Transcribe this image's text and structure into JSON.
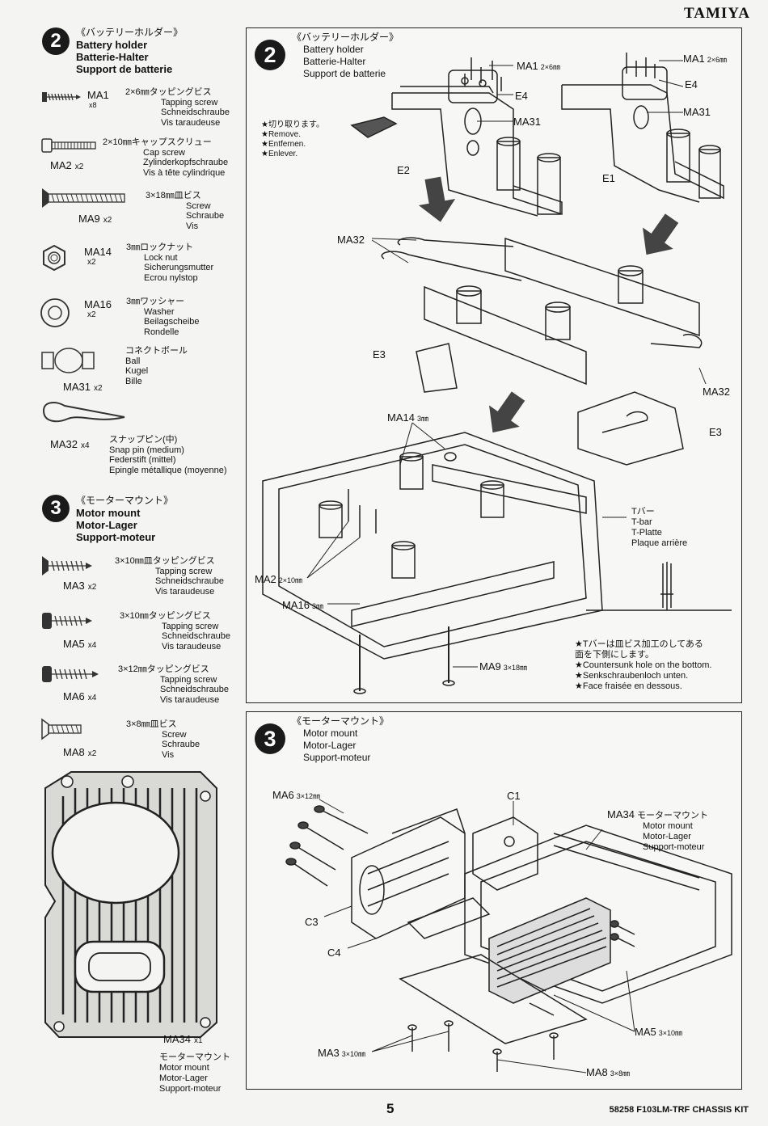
{
  "brand": "TAMIYA",
  "sidebar": {
    "step2": {
      "number": "2",
      "jp": "《バッテリーホルダー》",
      "en": "Battery holder",
      "de": "Batterie-Halter",
      "fr": "Support de batterie",
      "parts": [
        {
          "code": "MA1",
          "qty": "x8",
          "jp": "2×6㎜タッピングビス",
          "d1": "Tapping screw",
          "d2": "Schneidschraube",
          "d3": "Vis taraudeuse"
        },
        {
          "code": "MA2",
          "qty": "x2",
          "jp": "2×10㎜キャップスクリュー",
          "d1": "Cap screw",
          "d2": "Zylinderkopfschraube",
          "d3": "Vis à tête cylindrique"
        },
        {
          "code": "MA9",
          "qty": "x2",
          "jp": "3×18㎜皿ビス",
          "d1": "Screw",
          "d2": "Schraube",
          "d3": "Vis"
        },
        {
          "code": "MA14",
          "qty": "x2",
          "jp": "3㎜ロックナット",
          "d1": "Lock nut",
          "d2": "Sicherungsmutter",
          "d3": "Ecrou nylstop"
        },
        {
          "code": "MA16",
          "qty": "x2",
          "jp": "3㎜ワッシャー",
          "d1": "Washer",
          "d2": "Beilagscheibe",
          "d3": "Rondelle"
        },
        {
          "code": "MA31",
          "qty": "x2",
          "jp": "コネクトボール",
          "d1": "Ball",
          "d2": "Kugel",
          "d3": "Bille"
        },
        {
          "code": "MA32",
          "qty": "x4",
          "jp": "スナップピン(中)",
          "d1": "Snap pin (medium)",
          "d2": "Federstift (mittel)",
          "d3": "Epingle métallique (moyenne)"
        }
      ]
    },
    "step3": {
      "number": "3",
      "jp": "《モーターマウント》",
      "en": "Motor mount",
      "de": "Motor-Lager",
      "fr": "Support-moteur",
      "parts": [
        {
          "code": "MA3",
          "qty": "x2",
          "jp": "3×10㎜皿タッピングビス",
          "d1": "Tapping screw",
          "d2": "Schneidschraube",
          "d3": "Vis taraudeuse"
        },
        {
          "code": "MA5",
          "qty": "x4",
          "jp": "3×10㎜タッピングビス",
          "d1": "Tapping screw",
          "d2": "Schneidschraube",
          "d3": "Vis taraudeuse"
        },
        {
          "code": "MA6",
          "qty": "x4",
          "jp": "3×12㎜タッピングビス",
          "d1": "Tapping screw",
          "d2": "Schneidschraube",
          "d3": "Vis taraudeuse"
        },
        {
          "code": "MA8",
          "qty": "x2",
          "jp": "3×8㎜皿ビス",
          "d1": "Screw",
          "d2": "Schraube",
          "d3": "Vis"
        }
      ],
      "plate": {
        "code": "MA34",
        "qty": "x1",
        "jp": "モーターマウント",
        "d1": "Motor mount",
        "d2": "Motor-Lager",
        "d3": "Support-moteur"
      }
    }
  },
  "panel2": {
    "number": "2",
    "jp": "《バッテリーホルダー》",
    "en": "Battery holder",
    "de": "Batterie-Halter",
    "fr": "Support de batterie",
    "remove_note": [
      "★切り取ります。",
      "★Remove.",
      "★Entfernen.",
      "★Enlever."
    ],
    "labels": {
      "ma1_a": "MA1",
      "ma1_a_size": "2×6㎜",
      "ma1_b": "MA1",
      "ma1_b_size": "2×6㎜",
      "e4_a": "E4",
      "e4_b": "E4",
      "ma31_a": "MA31",
      "ma31_b": "MA31",
      "e2": "E2",
      "e1": "E1",
      "ma32_a": "MA32",
      "ma32_b": "MA32",
      "e3_a": "E3",
      "e3_b": "E3",
      "ma14": "MA14",
      "ma14_size": "3㎜",
      "ma2": "MA2",
      "ma2_size": "2×10㎜",
      "ma16": "MA16",
      "ma16_size": "3㎜",
      "ma9": "MA9",
      "ma9_size": "3×18㎜"
    },
    "tbar": [
      "Tバー",
      "T-bar",
      "T-Platte",
      "Plaque arrière"
    ],
    "countersunk_note": [
      "★Tバーは皿ビス加工のしてある",
      "面を下側にします。",
      "★Countersunk hole on the bottom.",
      "★Senkschraubenloch unten.",
      "★Face fraisée en dessous."
    ]
  },
  "panel3": {
    "number": "3",
    "jp": "《モーターマウント》",
    "en": "Motor mount",
    "de": "Motor-Lager",
    "fr": "Support-moteur",
    "labels": {
      "ma6": "MA6",
      "ma6_size": "3×12㎜",
      "c1": "C1",
      "ma34": "MA34",
      "ma34_jp": "モーターマウント",
      "ma34_en": "Motor mount",
      "ma34_de": "Motor-Lager",
      "ma34_fr": "Support-moteur",
      "c3": "C3",
      "c4": "C4",
      "ma5": "MA5",
      "ma5_size": "3×10㎜",
      "ma3": "MA3",
      "ma3_size": "3×10㎜",
      "ma8": "MA8",
      "ma8_size": "3×8㎜"
    }
  },
  "footer": {
    "page": "5",
    "kit": "58258 F103LM-TRF CHASSIS KIT"
  }
}
